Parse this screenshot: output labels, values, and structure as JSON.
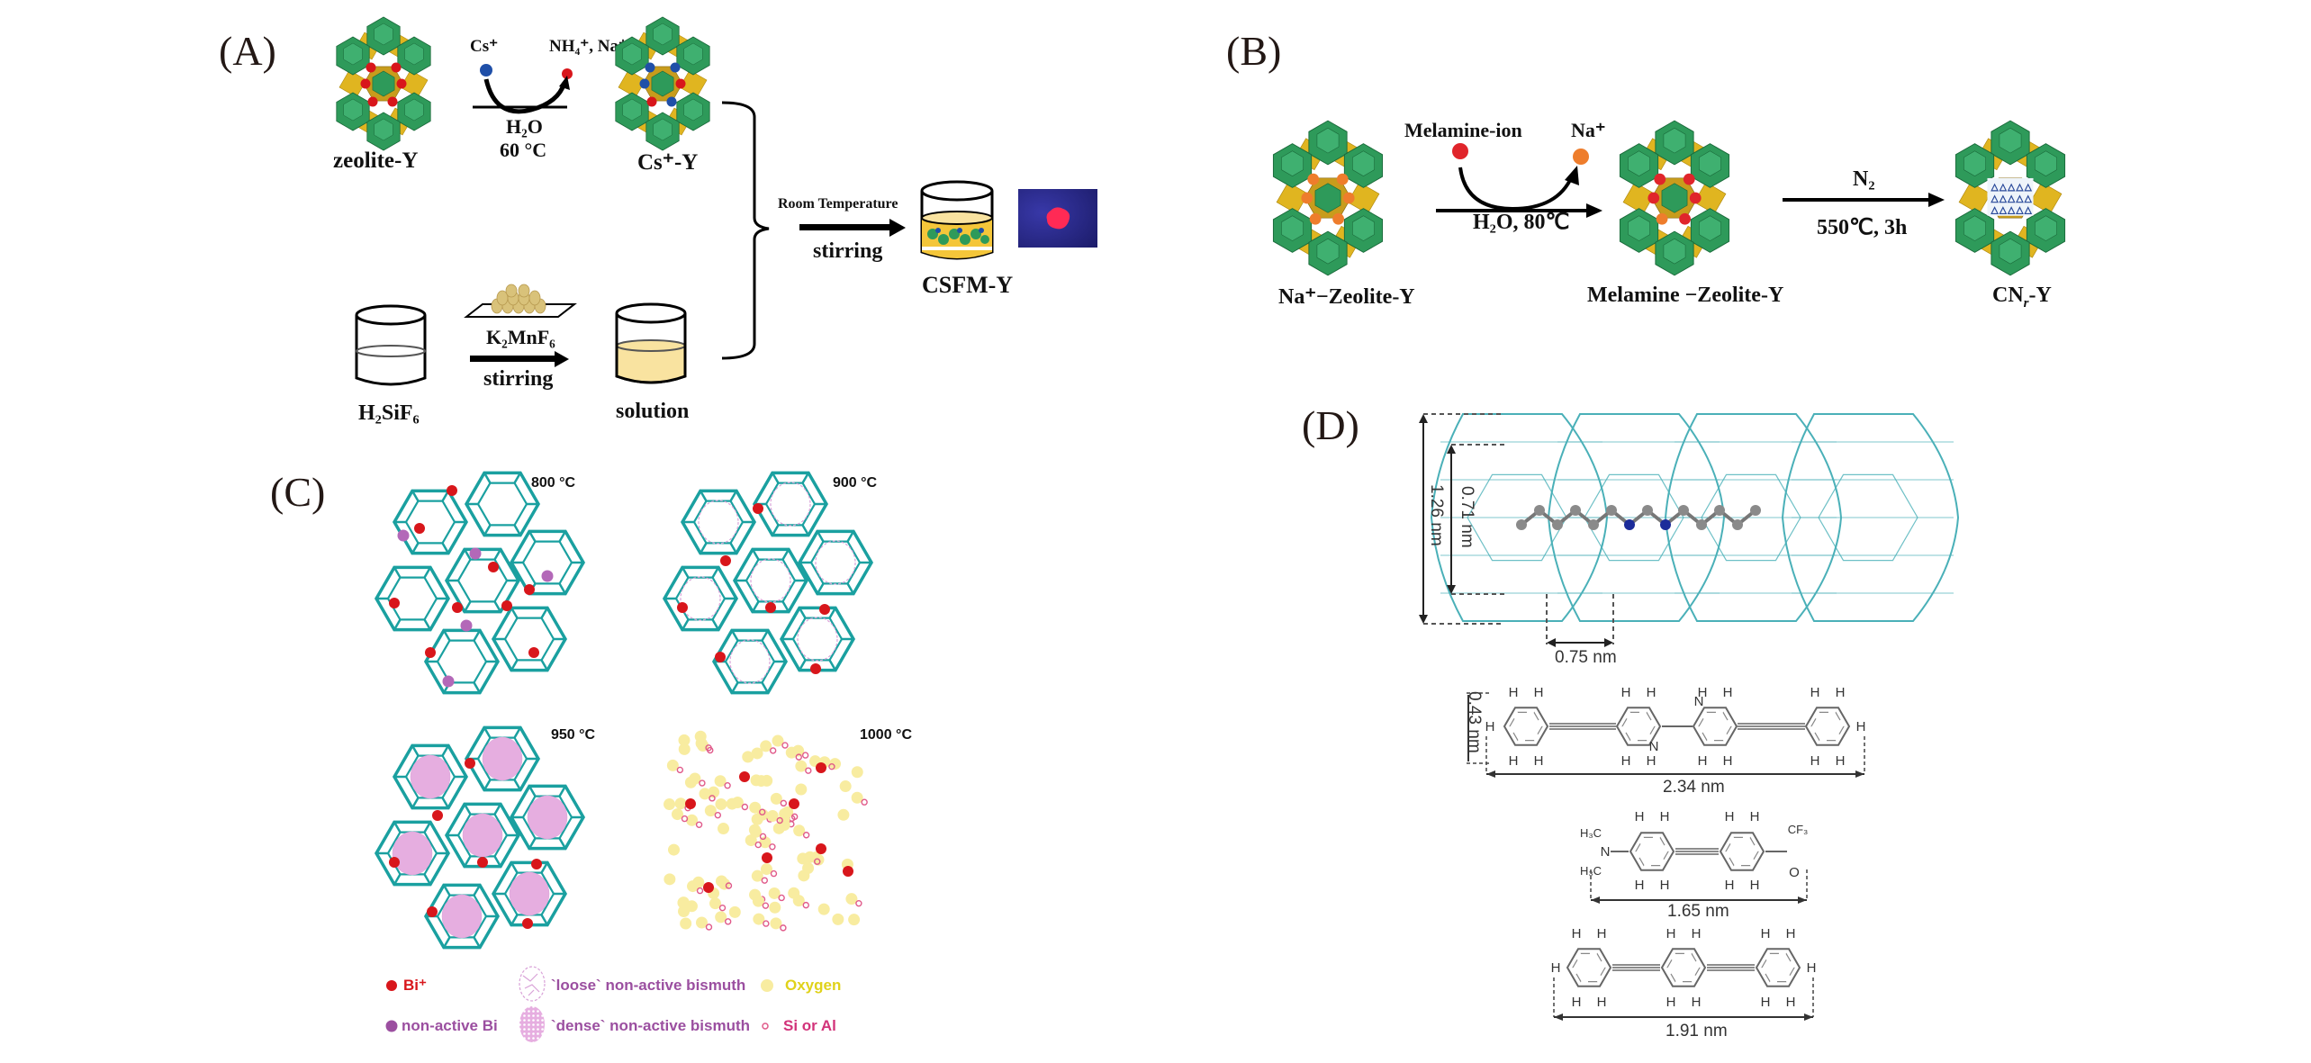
{
  "panels": {
    "A": {
      "label": "(A)",
      "zeolite_label": "zeolite-Y",
      "exchange_in": "Cs⁺",
      "exchange_out": "NH₄⁺, Na⁺",
      "condition_1": "H₂O",
      "condition_2": "60 °C",
      "product_label": "Cs⁺-Y",
      "acid_label": "H₂SiF₆",
      "reagent_label": "K₂MnF₆",
      "stir_label": "stirring",
      "solution_label": "solution",
      "merge_condition_top": "Room Temperature",
      "merge_condition_bottom": "stirring",
      "final_label": "CSFM-Y",
      "colors": {
        "cage": "#2e9a5a",
        "linker": "#e0b520",
        "na_ion": "#d8161b",
        "cs_ion": "#1f4fa8",
        "solution": "#f9e3a0",
        "glow_bg": "#2a2a86",
        "glow": "#ff2a55"
      }
    },
    "B": {
      "label": "(B)",
      "ion_in": "Melamine-ion",
      "ion_out": "Na⁺",
      "condition_1": "H₂O, 80℃",
      "step2_top": "N₂",
      "step2_bottom": "550℃, 3h",
      "start_label": "Na⁺−Zeolite-Y",
      "mid_label": "Melamine −Zeolite-Y",
      "end_label_main": "CN",
      "end_label_sub": "r",
      "end_label_suffix": "-Y",
      "colors": {
        "melamine": "#e0252b",
        "na": "#ee7d2c"
      }
    },
    "C": {
      "label": "(C)",
      "temperatures": [
        "800 °C",
        "900 °C",
        "950 °C",
        "1000 °C"
      ],
      "legend": [
        {
          "label": "Bi⁺",
          "color": "#d8161b"
        },
        {
          "label": "non-active Bi",
          "color": "#9b4fa0"
        },
        {
          "label": "`loose` non-active bismuth",
          "color": "#9b4fa0"
        },
        {
          "label": "`dense` non-active bismuth",
          "color": "#9b4fa0"
        },
        {
          "label": "Oxygen",
          "color": "#e0d21a"
        },
        {
          "label": "Si or Al",
          "color": "#d2337a"
        }
      ],
      "colors": {
        "framework": "#1aa0a0",
        "bismuth_cluster": "#e6aee0",
        "oxygen": "#f8eca0"
      }
    },
    "D": {
      "label": "(D)",
      "cage_height": "1.26 nm",
      "window_height": "0.71 nm",
      "window_width": "0.75 nm",
      "molecule_1_height": "0.43 nm",
      "molecule_1_length": "2.34 nm",
      "molecule_2_length": "1.65 nm",
      "molecule_3_length": "1.91 nm",
      "atoms": {
        "H": "H",
        "N": "N",
        "O": "O",
        "CF3": "CF₃",
        "H3C": "H₃C"
      },
      "colors": {
        "framework": "#4ab0b8",
        "nitrogen": "#1c2c9a",
        "carbon": "#8a8a8a"
      }
    }
  }
}
